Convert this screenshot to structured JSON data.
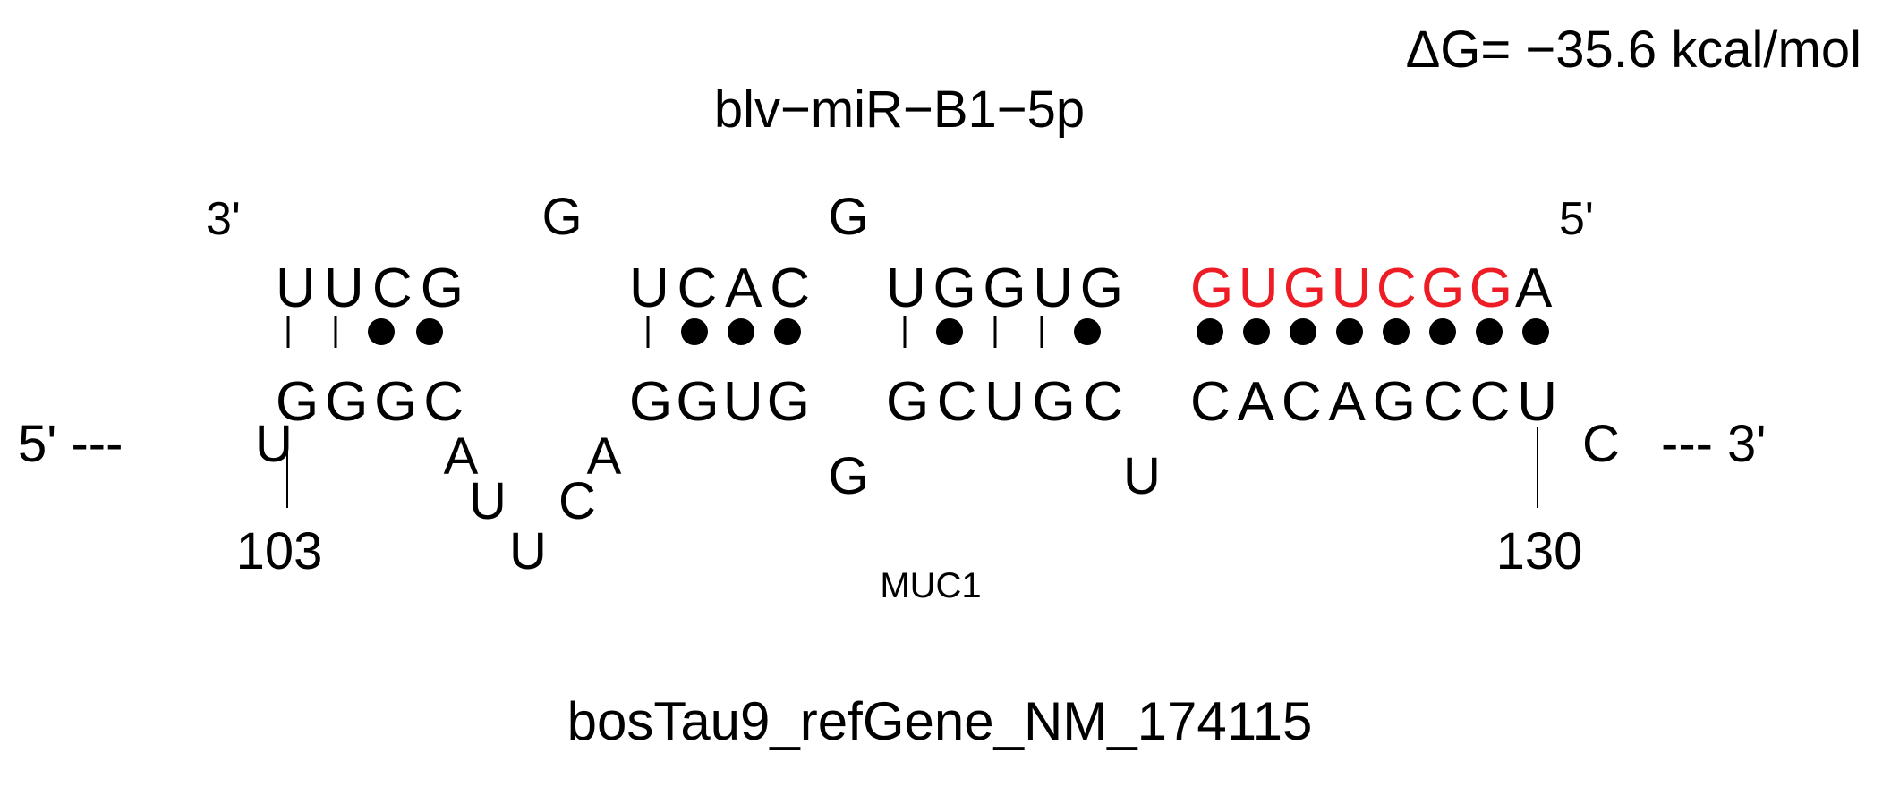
{
  "colors": {
    "text": "#000000",
    "seed": "#ee1c25",
    "background": "#ffffff"
  },
  "header": {
    "delta_g": "ΔG= −35.6 kcal/mol",
    "mirna_name": "blv−miR−B1−5p"
  },
  "mirna": {
    "end_left": "3'",
    "end_right": "5'",
    "bulges": [
      {
        "id": "mirna-bulge-g-1",
        "text": "G"
      },
      {
        "id": "mirna-bulge-g-2",
        "text": "G"
      }
    ],
    "segments": [
      {
        "id": "mirna-seg-1",
        "text": "UUCG",
        "seed": false
      },
      {
        "id": "mirna-seg-2",
        "text": "UCAC",
        "seed": false
      },
      {
        "id": "mirna-seg-3",
        "text": "UGGUG",
        "seed": false
      },
      {
        "id": "mirna-seg-seed",
        "text": "GUGUCGG",
        "seed": true
      },
      {
        "id": "mirna-seg-end",
        "text": "A",
        "seed": false
      }
    ]
  },
  "pairing": {
    "symbols": [
      "|",
      "|",
      "•",
      "•",
      "|",
      "•",
      "•",
      "•",
      "|",
      "•",
      "|",
      "|",
      "•",
      "•",
      "•",
      "•",
      "•",
      "•",
      "•",
      "•",
      "•"
    ]
  },
  "target": {
    "end_left": "5' ---",
    "end_right": "--- 3'",
    "start_nt": "U",
    "end_nt": "C",
    "segments": [
      {
        "id": "target-seg-1",
        "text": "GGGC"
      },
      {
        "id": "target-seg-2",
        "text": "GGUG"
      },
      {
        "id": "target-seg-3",
        "text": "GCUGC"
      },
      {
        "id": "target-seg-4",
        "text": "CACAGCCU"
      }
    ],
    "loop": [
      "A",
      "U",
      "U",
      "C",
      "A"
    ],
    "bulges": [
      "G",
      "U"
    ],
    "position_start": "103",
    "position_end": "130"
  },
  "gene_label": "MUC1",
  "transcript_id": "bosTau9_refGene_NM_174115"
}
